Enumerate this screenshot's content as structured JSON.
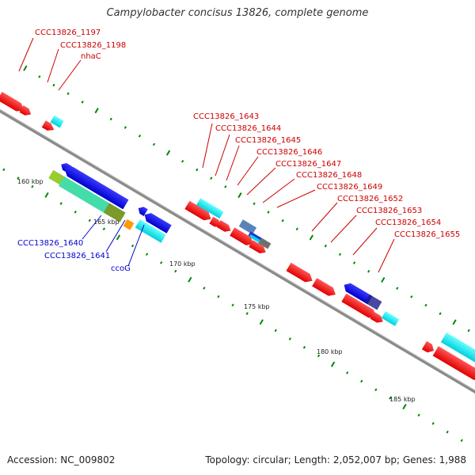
{
  "title": "Campylobacter concisus 13826, complete genome",
  "footer": {
    "accession": "Accession: NC_009802",
    "summary": "Topology: circular; Length: 2,052,007 bp; Genes: 1,988"
  },
  "colors": {
    "forward_gene": "#ff0000",
    "reverse_gene": "#0000ee",
    "rna": "#00e5ee",
    "backbone": "#7f7f7f",
    "tick": "#008800",
    "label_forward": "#cc0000",
    "label_reverse": "#0000cc"
  },
  "scale_ticks": [
    "160 kbp",
    "165 kbp",
    "170 kbp",
    "175 kbp",
    "180 kbp",
    "185 kbp"
  ],
  "labels": {
    "top_left": [
      "CCC13826_1197",
      "CCC13826_1198",
      "nhaC"
    ],
    "middle": [
      "CCC13826_1643",
      "CCC13826_1644",
      "CCC13826_1645",
      "CCC13826_1646",
      "CCC13826_1647",
      "CCC13826_1648",
      "CCC13826_1649",
      "CCC13826_1652",
      "CCC13826_1653",
      "CCC13826_1654",
      "CCC13826_1655"
    ],
    "bottom_left": [
      "CCC13826_1640",
      "CCC13826_1641",
      "ccoG"
    ]
  }
}
